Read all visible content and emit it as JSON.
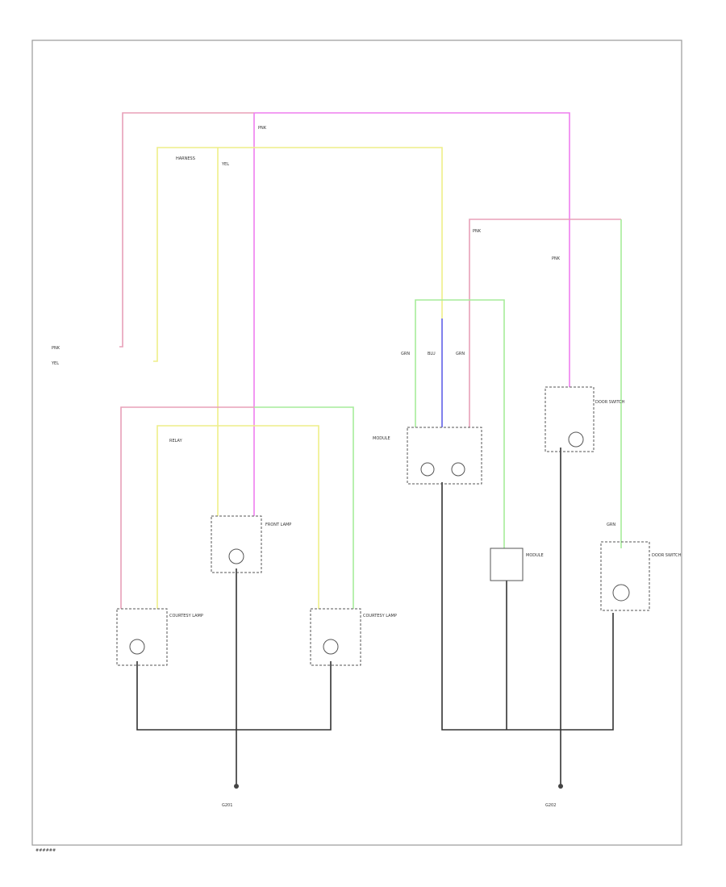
{
  "diagram": {
    "colors": {
      "pink": "#e8a0b8",
      "magenta": "#ee7fee",
      "yellow": "#eeee88",
      "green": "#a6ec9a",
      "blue": "#6060e8",
      "black": "#333333",
      "gray": "#8c8c8c"
    },
    "footer_code": "######",
    "wire_color_codes": {
      "pink_left": "PNK",
      "yellow_left": "YEL",
      "magenta_left": "PNK",
      "yellow_mid": "YEL",
      "pink_mid": "PNK",
      "blue_mid": "BLU",
      "green_mid_left": "GRN",
      "green_mid_right": "GRN",
      "magenta_right": "PNK",
      "green_right": "GRN"
    },
    "components": {
      "harness_left": "HARNESS",
      "relay_left": "RELAY",
      "center_lamp": "FRONT LAMP",
      "left_lamp": "COURTESY LAMP",
      "right_lamp": "COURTESY LAMP",
      "module": "MODULE",
      "box": "MODULE",
      "door_switch": "DOOR SWITCH",
      "rear_switch": "DOOR SWITCH"
    },
    "grounds": {
      "g_left": "G201",
      "g_right": "G202"
    }
  }
}
